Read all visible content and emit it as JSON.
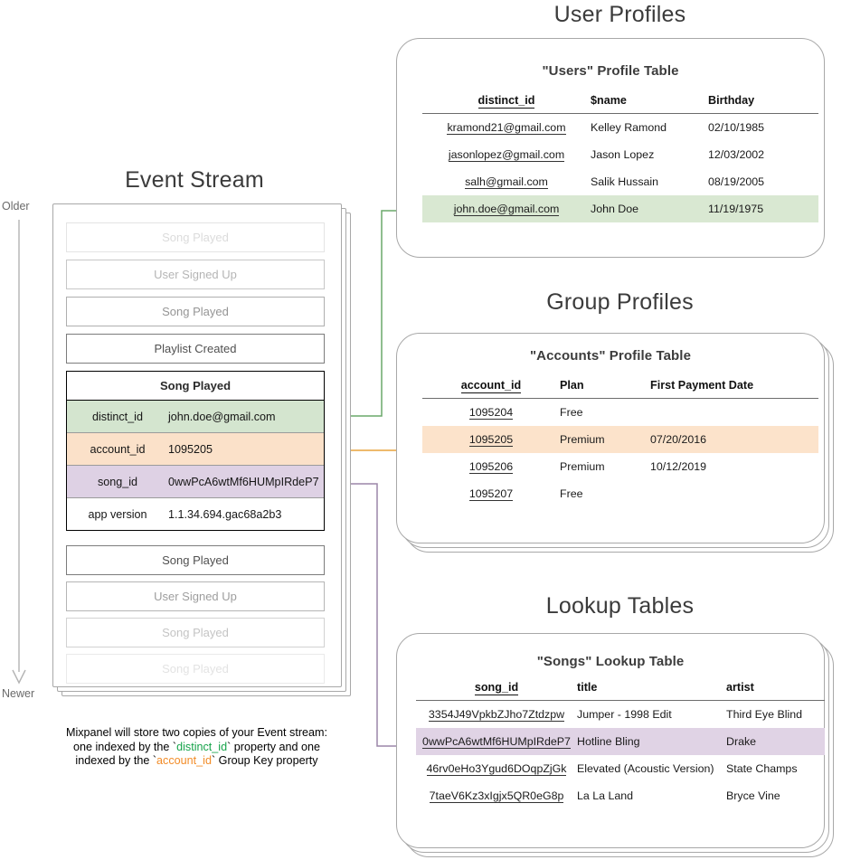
{
  "diagram": {
    "title_event_stream": "Event Stream",
    "title_user_profiles": "User Profiles",
    "title_group_profiles": "Group Profiles",
    "title_lookup_tables": "Lookup Tables",
    "axis_top_label": "Older",
    "axis_bottom_label": "Newer",
    "caption": {
      "line1": "Mixpanel will store two copies of your Event stream:",
      "line2_a": "one indexed by the `",
      "line2_b": "distinct_id",
      "line2_c": "` property and one",
      "line3_a": "indexed by the `",
      "line3_b": "account_id",
      "line3_c": "` Group Key property"
    },
    "colors": {
      "green_highlight": "#d9e8d2",
      "orange_highlight": "#fce3cb",
      "purple_highlight": "#e0d3e5",
      "green_connector": "#6aa86a",
      "orange_connector": "#e8a33d",
      "purple_connector": "#9c86a8",
      "card_border": "#a8a8a8",
      "caption_green": "#16a34a",
      "caption_orange": "#f28c28"
    }
  },
  "event_stream": {
    "events_above": [
      {
        "label": "Song Played",
        "opacity": 0.18
      },
      {
        "label": "User Signed Up",
        "opacity": 0.38
      },
      {
        "label": "Song Played",
        "opacity": 0.55
      },
      {
        "label": "Playlist Created",
        "opacity": 0.9
      }
    ],
    "selected_event": {
      "name": "Song Played",
      "properties": [
        {
          "key": "distinct_id",
          "value": "john.doe@gmail.com",
          "highlight": "green"
        },
        {
          "key": "account_id",
          "value": "1095205",
          "highlight": "orange"
        },
        {
          "key": "song_id",
          "value": "0wwPcA6wtMf6HUMpIRdeP7",
          "highlight": "purple"
        },
        {
          "key": "app version",
          "value": "1.1.34.694.gac68a2b3",
          "highlight": "none"
        }
      ]
    },
    "events_below": [
      {
        "label": "Song Played",
        "opacity": 0.9
      },
      {
        "label": "User Signed Up",
        "opacity": 0.5
      },
      {
        "label": "Song Played",
        "opacity": 0.3
      },
      {
        "label": "Song Played",
        "opacity": 0.14
      }
    ]
  },
  "users_table": {
    "title": "\"Users\" Profile Table",
    "columns": [
      "distinct_id",
      "$name",
      "Birthday"
    ],
    "rows": [
      {
        "distinct_id": "kramond21@gmail.com",
        "name": "Kelley Ramond",
        "birthday": "02/10/1985",
        "highlight": false
      },
      {
        "distinct_id": "jasonlopez@gmail.com",
        "name": "Jason Lopez",
        "birthday": "12/03/2002",
        "highlight": false
      },
      {
        "distinct_id": "salh@gmail.com",
        "name": "Salik Hussain",
        "birthday": "08/19/2005",
        "highlight": false
      },
      {
        "distinct_id": "john.doe@gmail.com",
        "name": "John Doe",
        "birthday": "11/19/1975",
        "highlight": true
      }
    ]
  },
  "accounts_table": {
    "title": "\"Accounts\" Profile Table",
    "columns": [
      "account_id",
      "Plan",
      "First Payment Date"
    ],
    "rows": [
      {
        "account_id": "1095204",
        "plan": "Free",
        "first_payment_date": "",
        "highlight": false
      },
      {
        "account_id": "1095205",
        "plan": "Premium",
        "first_payment_date": "07/20/2016",
        "highlight": true
      },
      {
        "account_id": "1095206",
        "plan": "Premium",
        "first_payment_date": "10/12/2019",
        "highlight": false
      },
      {
        "account_id": "1095207",
        "plan": "Free",
        "first_payment_date": "",
        "highlight": false
      }
    ]
  },
  "songs_table": {
    "title": "\"Songs\" Lookup Table",
    "columns": [
      "song_id",
      "title",
      "artist"
    ],
    "rows": [
      {
        "song_id": "3354J49VpkbZJho7Ztdzpw",
        "title": "Jumper - 1998 Edit",
        "artist": "Third Eye Blind",
        "highlight": false
      },
      {
        "song_id": "0wwPcA6wtMf6HUMpIRdeP7",
        "title": "Hotline Bling",
        "artist": "Drake",
        "highlight": true
      },
      {
        "song_id": "46rv0eHo3Ygud6DOqpZjGk",
        "title": "Elevated (Acoustic Version)",
        "artist": "State Champs",
        "highlight": false
      },
      {
        "song_id": "7taeV6Kz3xIgjx5QR0eG8p",
        "title": "La La Land",
        "artist": "Bryce Vine",
        "highlight": false
      }
    ]
  }
}
